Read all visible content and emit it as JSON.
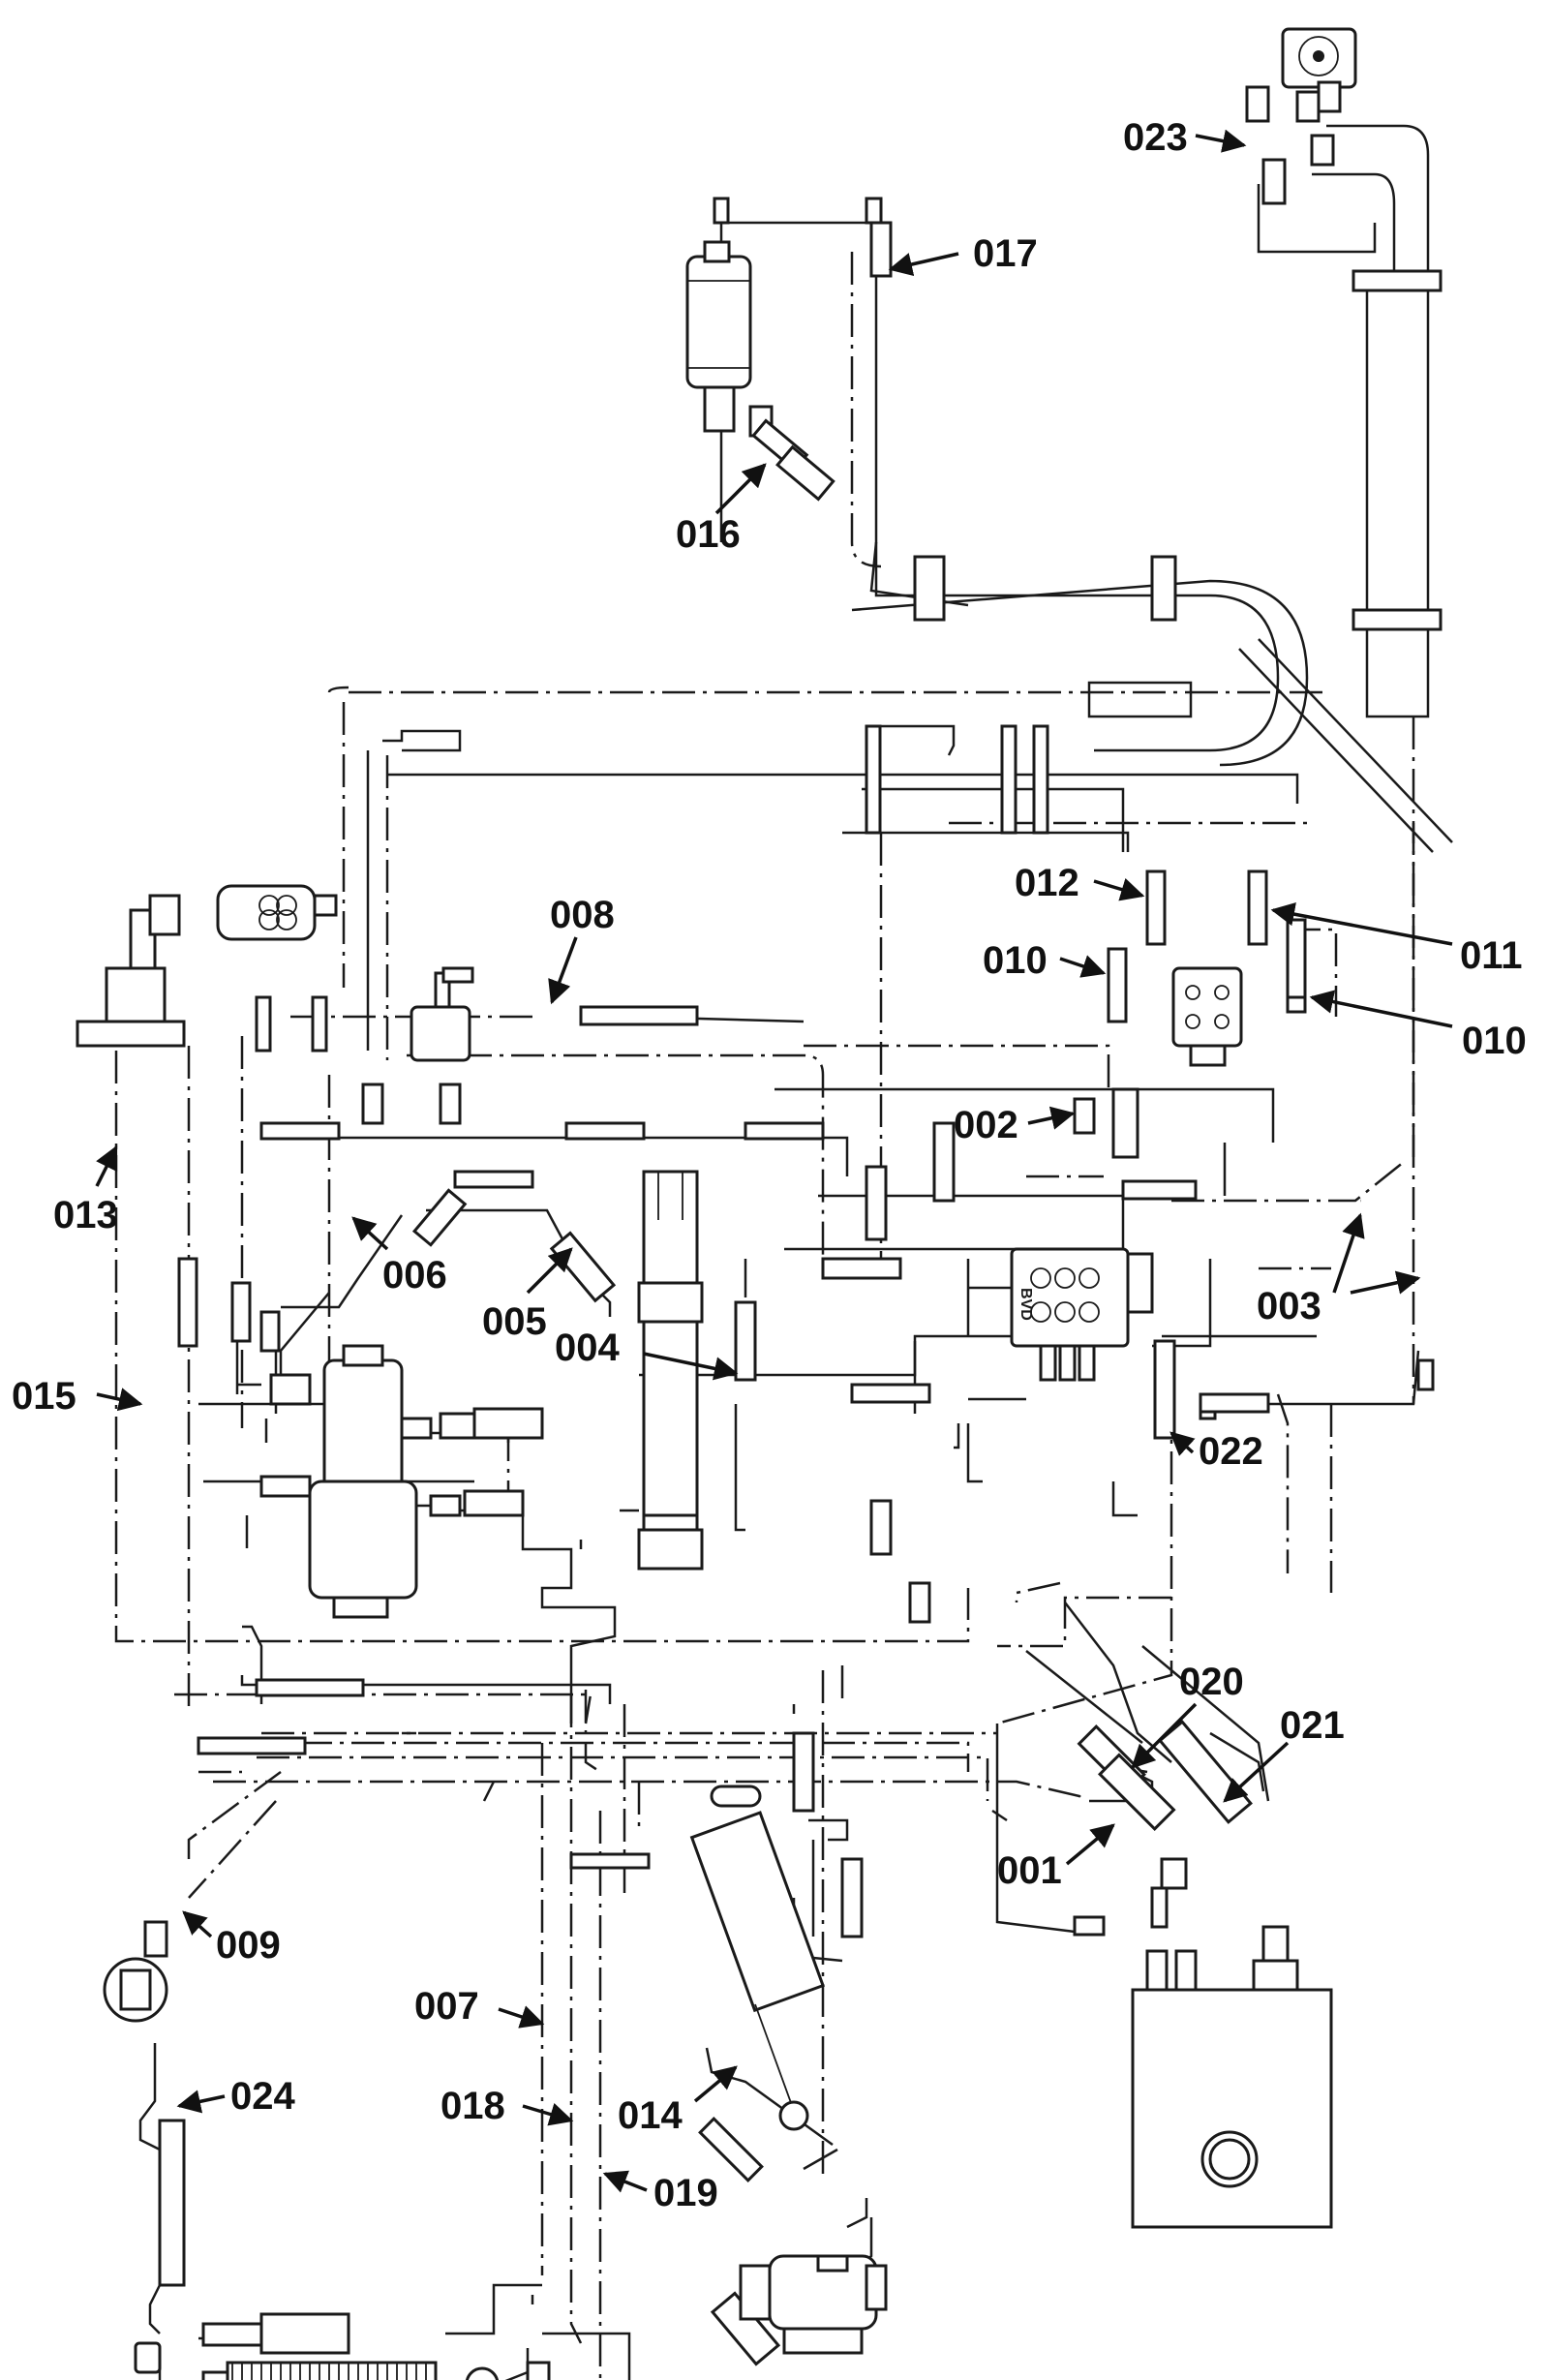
{
  "diagram": {
    "labels": [
      "001",
      "002",
      "003",
      "004",
      "005",
      "006",
      "007",
      "008",
      "009",
      "010",
      "010",
      "011",
      "012",
      "013",
      "014",
      "015",
      "016",
      "017",
      "018",
      "019",
      "020",
      "021",
      "022",
      "023",
      "024"
    ],
    "label_text": {
      "l001": "001",
      "l002": "002",
      "l003": "003",
      "l004": "004",
      "l005": "005",
      "l006": "006",
      "l007": "007",
      "l008": "008",
      "l009": "009",
      "l010a": "010",
      "l010b": "010",
      "l011": "011",
      "l012": "012",
      "l013": "013",
      "l014": "014",
      "l015": "015",
      "l016": "016",
      "l017": "017",
      "l018": "018",
      "l019": "019",
      "l020": "020",
      "l021": "021",
      "l022": "022",
      "l023": "023",
      "l024": "024"
    },
    "tank_marking": "BVD"
  }
}
